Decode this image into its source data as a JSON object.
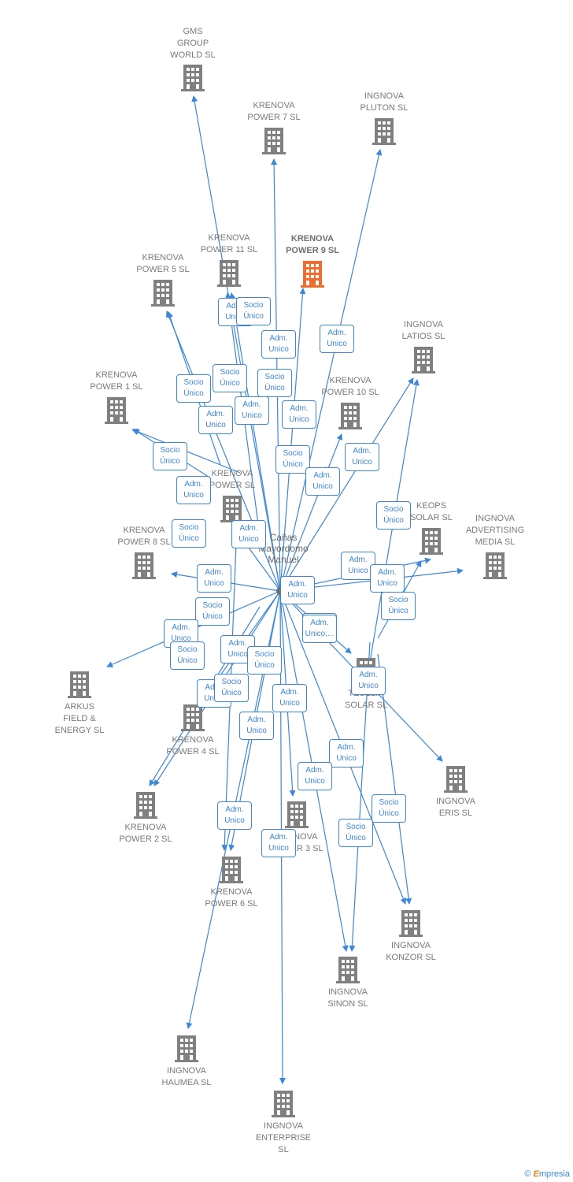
{
  "person": {
    "name": "Cañas\nMayordomo\nManuel"
  },
  "colors": {
    "edge": "#3d87d9",
    "building": "#808080",
    "highlight": "#f26c2f"
  },
  "companies": [
    {
      "id": "gms",
      "label": "GMS\nGROUP\nWORLD  SL",
      "highlight": false
    },
    {
      "id": "k7",
      "label": "KRENOVA\nPOWER 7  SL",
      "highlight": false
    },
    {
      "id": "pluton",
      "label": "INGNOVA\nPLUTON  SL",
      "highlight": false
    },
    {
      "id": "k11",
      "label": "KRENOVA\nPOWER 11  SL",
      "highlight": false
    },
    {
      "id": "k9",
      "label": "KRENOVA\nPOWER 9  SL",
      "highlight": true
    },
    {
      "id": "k5",
      "label": "KRENOVA\nPOWER 5  SL",
      "highlight": false
    },
    {
      "id": "latios",
      "label": "INGNOVA\nLATIOS  SL",
      "highlight": false
    },
    {
      "id": "k1",
      "label": "KRENOVA\nPOWER 1  SL",
      "highlight": false
    },
    {
      "id": "k10",
      "label": "KRENOVA\nPOWER 10  SL",
      "highlight": false
    },
    {
      "id": "kp",
      "label": "KRENOVA\nPOWER  SL",
      "highlight": false
    },
    {
      "id": "keops",
      "label": "KEOPS\nSOLAR  SL",
      "highlight": false
    },
    {
      "id": "adv",
      "label": "INGNOVA\nADVERTISING\nMEDIA  SL",
      "highlight": false
    },
    {
      "id": "k8",
      "label": "KRENOVA\nPOWER 8  SL",
      "highlight": false
    },
    {
      "id": "arkus",
      "label": "ARKUS\nFIELD &\nENERGY  SL",
      "highlight": false
    },
    {
      "id": "k4",
      "label": "KRENOVA\nPOWER 4  SL",
      "highlight": false
    },
    {
      "id": "teselia",
      "label": "TESELIA\nSOLAR  SL",
      "highlight": false
    },
    {
      "id": "eris",
      "label": "INGNOVA\nERIS  SL",
      "highlight": false
    },
    {
      "id": "k2",
      "label": "KRENOVA\nPOWER 2  SL",
      "highlight": false
    },
    {
      "id": "k3",
      "label": "KRENOVA\nPOWER 3  SL",
      "highlight": false
    },
    {
      "id": "k6",
      "label": "KRENOVA\nPOWER 6  SL",
      "highlight": false
    },
    {
      "id": "konzor",
      "label": "INGNOVA\nKONZOR  SL",
      "highlight": false
    },
    {
      "id": "sinon",
      "label": "INGNOVA\nSINON  SL",
      "highlight": false
    },
    {
      "id": "haumea",
      "label": "INGNOVA\nHAUMEA  SL",
      "highlight": false
    },
    {
      "id": "enterprise",
      "label": "INGNOVA\nENTERPRISE\nSL",
      "highlight": false
    }
  ],
  "edge_tags": [
    "Adm.\nUnico",
    "Socio\nÚnico",
    "Adm.\nUnico",
    "Adm.\nUnico",
    "Socio\nÚnico",
    "Socio\nÚnico",
    "Socio\nÚnico",
    "Socio\nÚnico",
    "Adm.\nUnico",
    "Adm.\nUnico",
    "Adm.\nUnico",
    "Socio\nÚnico",
    "Adm.\nUnico",
    "Adm.\nUnico",
    "Adm.\nUnico",
    "Socio\nÚnico",
    "Socio\nÚnico",
    "Adm.\nUnico",
    "Adm.\nUnico",
    "Adm.\nUnico",
    "Adm.\nUnico",
    "Socio\nÚnico",
    "Adm.\nUnico",
    "Adm.\nUnico,...",
    "Socio\nÚnico",
    "Adm.\nUnico",
    "Socio\nÚnico",
    "Adm.\nUnico",
    "Socio\nÚnico",
    "Adm.\nUnico",
    "Adm.\nUnico",
    "Socio\nÚnico",
    "Adm.\nUnico",
    "Adm.\nUnico",
    "Adm.\nUnico",
    "Adm.\nUnico",
    "Adm.\nUnico",
    "Socio\nÚnico",
    "Socio\nÚnico",
    "Adm.\nUnico",
    "Adm.\nUnico,..."
  ],
  "footer": {
    "copyright": "©",
    "brand_first": "E",
    "brand_rest": "mpresia"
  }
}
